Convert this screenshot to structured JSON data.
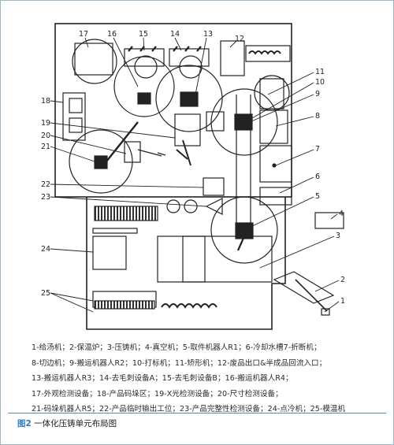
{
  "diagram": {
    "numbers": [
      "1",
      "2",
      "3",
      "4",
      "5",
      "6",
      "7",
      "8",
      "9",
      "10",
      "11",
      "12",
      "13",
      "14",
      "15",
      "16",
      "17",
      "18",
      "19",
      "20",
      "21",
      "22",
      "23",
      "24",
      "25"
    ],
    "colors": {
      "ink": "#222222",
      "caption_blue": "#2f7cc1",
      "rule": "#5a87b3"
    }
  },
  "legend": {
    "lines": [
      "1-给汤机；2-保温炉；3-压铸机；4-真空机；5-取件机器人R1；6-冷却水槽7-折断机；",
      "8-切边机；9-搬运机器人R2；10-打标机；11-矫形机；12-废品出口&半成品回流入口；",
      "13-搬运机器人R3；14-去毛刺设备A；15-去毛刺设备B；16-搬运机器人R4；",
      "17-外观检测设备；18-产品码垛区；19-X光检测设备；20-尺寸检测设备；",
      "21-码垛机器人R5；22-产品临时输出工位；23-产品完整性检测设备；24-点冷机；25-模温机"
    ]
  },
  "caption": {
    "figure_label": "图2",
    "title": "一体化压铸单元布局图"
  }
}
